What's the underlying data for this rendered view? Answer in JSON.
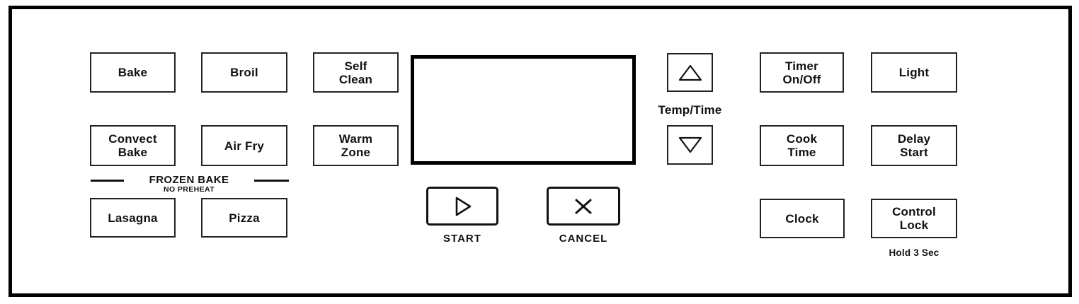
{
  "colors": {
    "ink": "#111111",
    "button_border": "#222222",
    "background": "#ffffff"
  },
  "oven_buttons": {
    "bake": "Bake",
    "broil": "Broil",
    "self_clean": "Self\nClean",
    "convect_bake": "Convect\nBake",
    "air_fry": "Air Fry",
    "warm_zone": "Warm\nZone",
    "lasagna": "Lasagna",
    "pizza": "Pizza"
  },
  "frozen_bake": {
    "heading": "FROZEN BAKE",
    "subheading": "NO PREHEAT"
  },
  "display": {
    "value": ""
  },
  "transport": {
    "start_label": "START",
    "cancel_label": "CANCEL"
  },
  "temp_time": {
    "label": "Temp/Time"
  },
  "timer_buttons": {
    "timer_on_off": "Timer\nOn/Off",
    "light": "Light",
    "cook_time": "Cook\nTime",
    "delay_start": "Delay\nStart",
    "clock": "Clock",
    "control_lock": "Control\nLock"
  },
  "hints": {
    "control_lock_hold": "Hold 3 Sec"
  },
  "icons": {
    "start": "play-triangle-icon",
    "cancel": "x-cross-icon",
    "temp_up": "triangle-up-icon",
    "temp_down": "triangle-down-icon"
  }
}
